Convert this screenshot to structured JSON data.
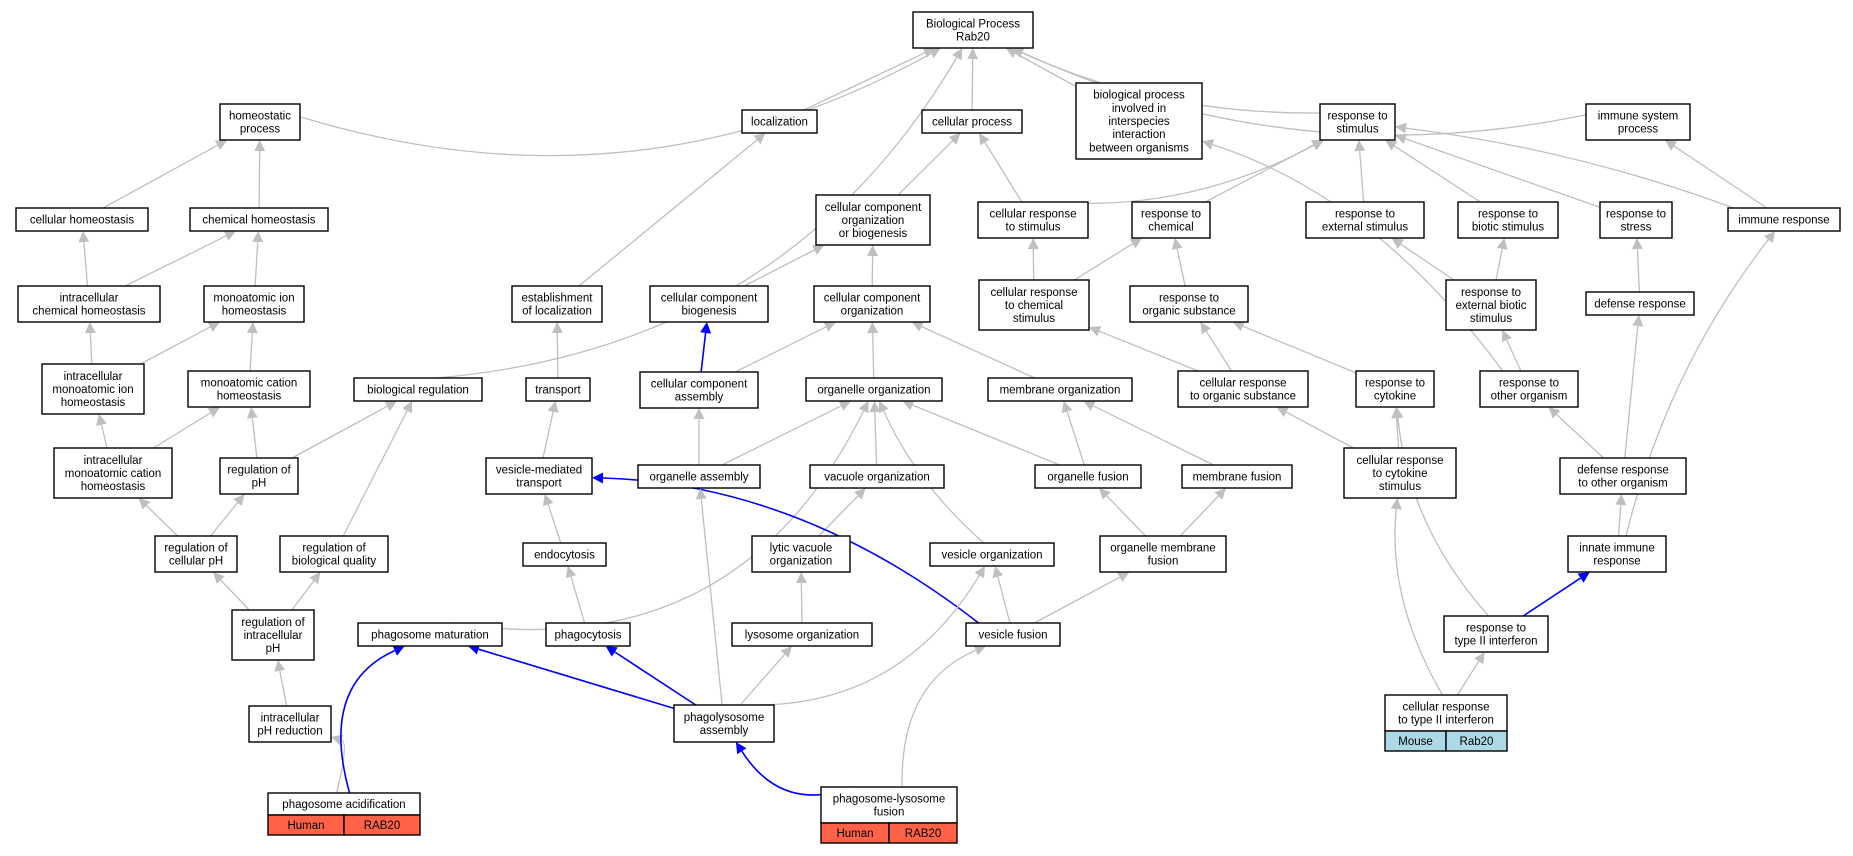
{
  "graph": {
    "colors": {
      "edge_gray": "#bfbfbf",
      "edge_blue": "#0000ff",
      "node_border": "#000000",
      "human_fill": "#ff6347",
      "mouse_fill": "#add8e6"
    },
    "nodes": {
      "root": [
        "Biological Process",
        "Rab20"
      ],
      "homeostatic": [
        "homeostatic",
        "process"
      ],
      "localization": [
        "localization"
      ],
      "cellproc": [
        "cellular process"
      ],
      "bio_interspecies": [
        "biological process",
        "involved in",
        "interspecies",
        "interaction",
        "between organisms"
      ],
      "resp_stim": [
        "response to",
        "stimulus"
      ],
      "immune_sys": [
        "immune system",
        "process"
      ],
      "cell_homeo": [
        "cellular homeostasis"
      ],
      "chem_homeo": [
        "chemical homeostasis"
      ],
      "ccob": [
        "cellular component",
        "organization",
        "or biogenesis"
      ],
      "cell_resp_stim": [
        "cellular response",
        "to stimulus"
      ],
      "resp_chem": [
        "response to",
        "chemical"
      ],
      "resp_ext": [
        "response to",
        "external stimulus"
      ],
      "resp_biotic": [
        "response to",
        "biotic stimulus"
      ],
      "resp_stress": [
        "response to",
        "stress"
      ],
      "immune_resp": [
        "immune response"
      ],
      "intra_chem_homeo": [
        "intracellular",
        "chemical homeostasis"
      ],
      "monoion_homeo": [
        "monoatomic ion",
        "homeostasis"
      ],
      "estab_loc": [
        "establishment",
        "of localization"
      ],
      "cc_biogen": [
        "cellular component",
        "biogenesis"
      ],
      "cc_org": [
        "cellular component",
        "organization"
      ],
      "cell_resp_chem": [
        "cellular response",
        "to chemical",
        "stimulus"
      ],
      "resp_org_sub": [
        "response to",
        "organic substance"
      ],
      "resp_ext_biotic": [
        "response to",
        "external biotic",
        "stimulus"
      ],
      "defense": [
        "defense response"
      ],
      "intra_monoion": [
        "intracellular",
        "monoatomic ion",
        "homeostasis"
      ],
      "monocat_homeo": [
        "monoatomic cation",
        "homeostasis"
      ],
      "bioreg": [
        "biological regulation"
      ],
      "transport": [
        "transport"
      ],
      "cc_assembly": [
        "cellular component",
        "assembly"
      ],
      "organelle_org": [
        "organelle organization"
      ],
      "membrane_org": [
        "membrane organization"
      ],
      "cell_resp_org": [
        "cellular response",
        "to organic substance"
      ],
      "resp_cytokine": [
        "response to",
        "cytokine"
      ],
      "resp_other_org": [
        "response to",
        "other organism"
      ],
      "intra_monocat": [
        "intracellular",
        "monoatomic cation",
        "homeostasis"
      ],
      "reg_ph": [
        "regulation of",
        "pH"
      ],
      "vesicle_transport": [
        "vesicle-mediated",
        "transport"
      ],
      "organelle_assembly": [
        "organelle assembly"
      ],
      "vacuole_org": [
        "vacuole organization"
      ],
      "organelle_fusion": [
        "organelle fusion"
      ],
      "membrane_fusion": [
        "membrane fusion"
      ],
      "cell_resp_cytokine": [
        "cellular response",
        "to cytokine",
        "stimulus"
      ],
      "defense_other": [
        "defense response",
        "to other organism"
      ],
      "reg_cell_ph": [
        "regulation of",
        "cellular pH"
      ],
      "reg_bio_quality": [
        "regulation of",
        "biological quality"
      ],
      "endocytosis": [
        "endocytosis"
      ],
      "lytic_vac": [
        "lytic vacuole",
        "organization"
      ],
      "vesicle_org": [
        "vesicle organization"
      ],
      "organelle_mem_fusion": [
        "organelle membrane",
        "fusion"
      ],
      "innate": [
        "innate immune",
        "response"
      ],
      "reg_intra_ph": [
        "regulation of",
        "intracellular",
        "pH"
      ],
      "phago_mat": [
        "phagosome maturation"
      ],
      "phagocytosis": [
        "phagocytosis"
      ],
      "lysosome_org": [
        "lysosome organization"
      ],
      "vesicle_fusion": [
        "vesicle fusion"
      ],
      "resp_ifng": [
        "response to",
        "type II interferon"
      ],
      "intra_ph_red": [
        "intracellular",
        "pH reduction"
      ],
      "phagolyso_assembly": [
        "phagolysosome",
        "assembly"
      ],
      "cell_resp_ifng": [
        "cellular response",
        "to type II interferon"
      ],
      "phago_acid": [
        "phagosome acidification"
      ],
      "phago_lyso_fusion": [
        "phagosome-lysosome",
        "fusion"
      ]
    },
    "annotations": {
      "cell_resp_ifng": [
        "Mouse",
        "Rab20"
      ],
      "phago_acid": [
        "Human",
        "RAB20"
      ],
      "phago_lyso_fusion": [
        "Human",
        "RAB20"
      ]
    }
  }
}
